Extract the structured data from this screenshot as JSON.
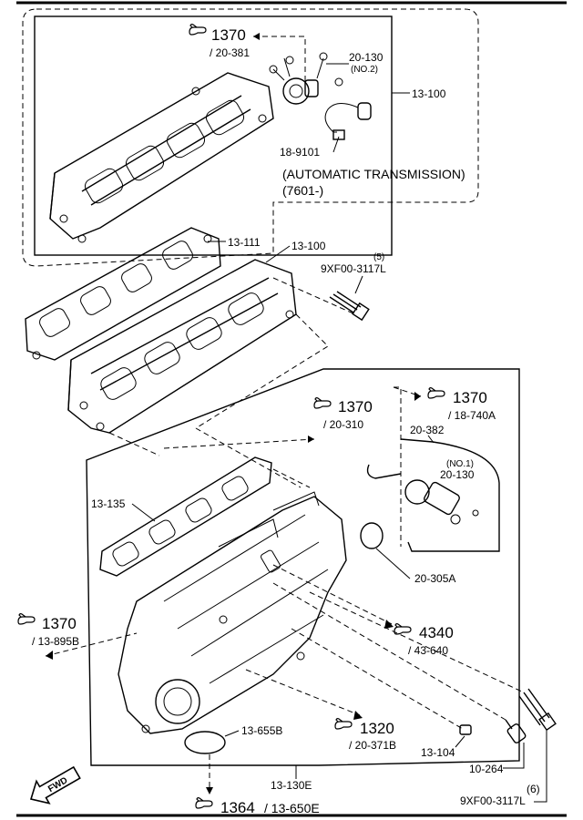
{
  "callouts": {
    "ref1370_top": {
      "num": "1370",
      "sub": "/ 20-381"
    },
    "ref1370_mid": {
      "num": "1370",
      "sub": "/ 20-310"
    },
    "ref1370_right": {
      "num": "1370",
      "sub": "/ 18-740A"
    },
    "ref1370_left": {
      "num": "1370",
      "sub": "/ 13-895B"
    },
    "ref4340": {
      "num": "4340",
      "sub": "/ 43-640"
    },
    "ref1320": {
      "num": "1320",
      "sub": "/ 20-371B"
    },
    "ref1364": {
      "num": "1364",
      "sub": "/ 13-650E"
    }
  },
  "labels": {
    "p20_130_no2": "20-130",
    "no2": "(NO.2)",
    "p13_100_top": "13-100",
    "p18_9101": "18-9101",
    "auto_trans": "(AUTOMATIC TRANSMISSION)",
    "auto_trans_range": "(7601-)",
    "p13_111": "13-111",
    "p13_100_mid": "13-100",
    "qty5": "(5)",
    "bolt_upper": "9XF00-3117L",
    "p20_382": "20-382",
    "no1": "(NO.1)",
    "p20_130_no1": "20-130",
    "p13_135": "13-135",
    "p20_305a": "20-305A",
    "p13_655b": "13-655B",
    "p13_104": "13-104",
    "p10_264": "10-264",
    "p13_130e": "13-130E",
    "qty6": "(6)",
    "bolt_lower": "9XF00-3117L",
    "fwd": "FWD"
  }
}
